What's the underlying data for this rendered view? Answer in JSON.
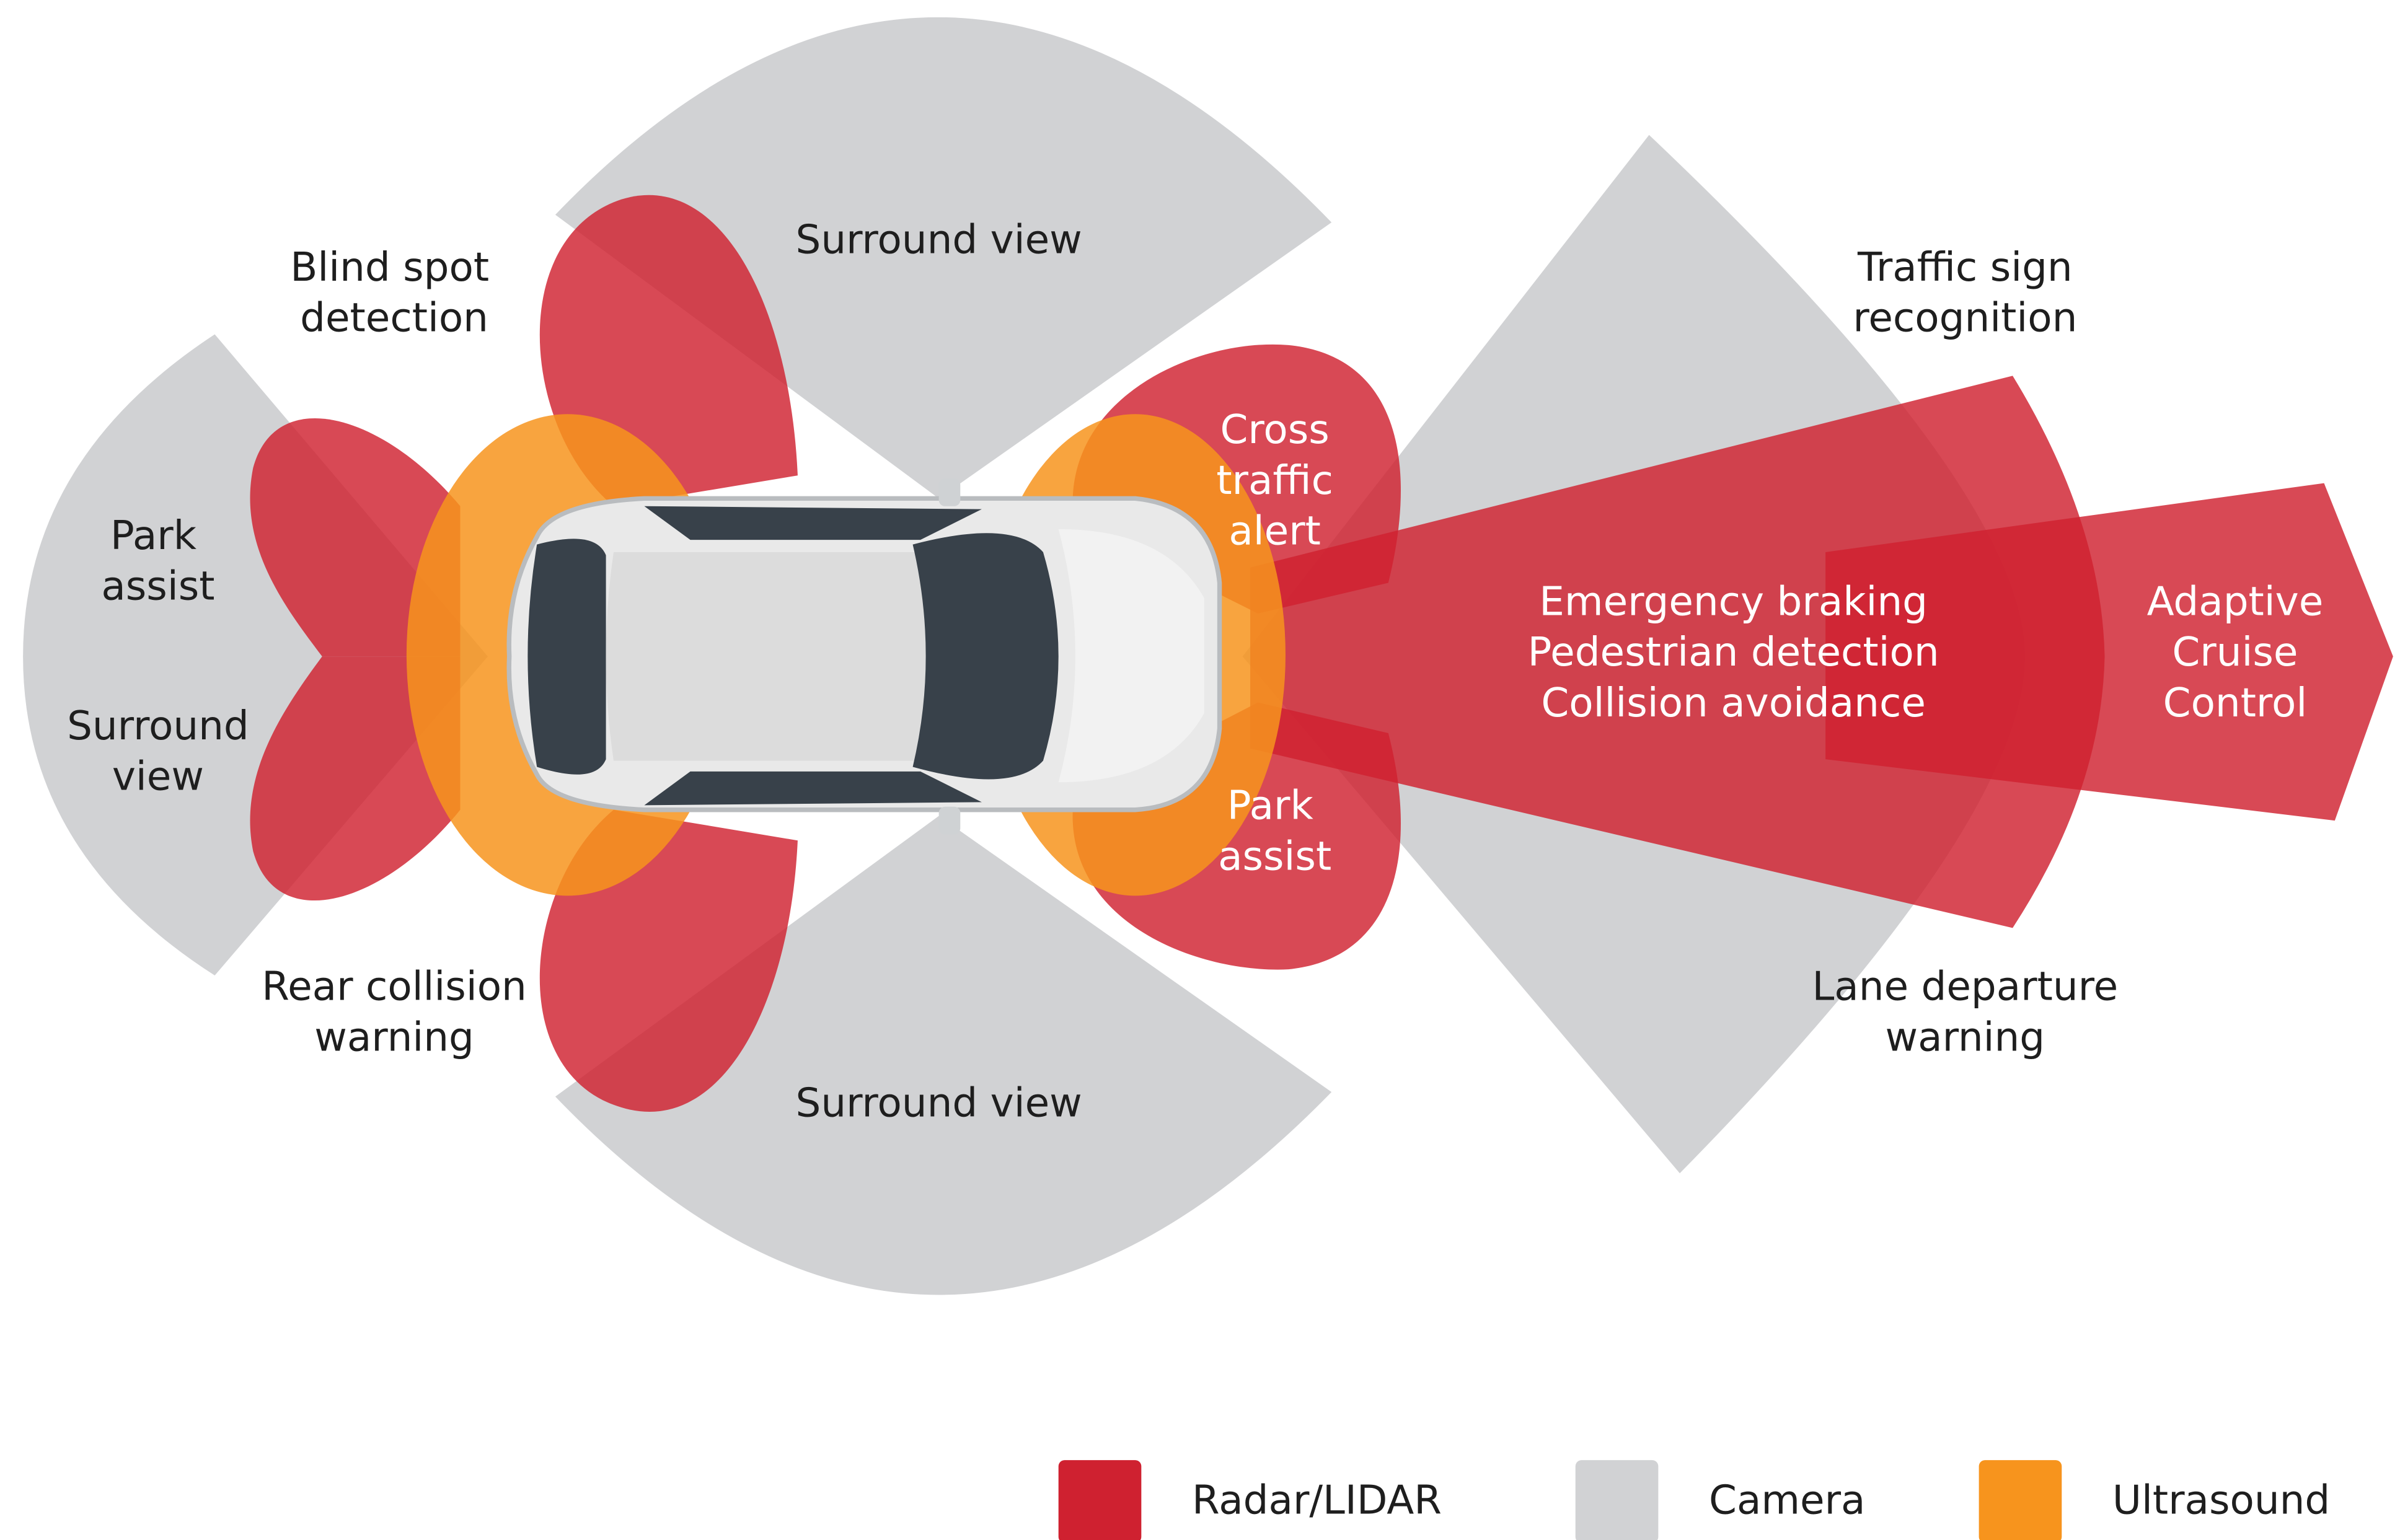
{
  "colors": {
    "radar": "#cf2130",
    "camera": "#d1d2d4",
    "ultrasound": "#f7941d",
    "text": "#1e1e1e"
  },
  "labels": {
    "surround_view_top": "Surround view",
    "surround_view_bottom": "Surround view",
    "blind_spot": [
      "Blind spot",
      "detection"
    ],
    "park_assist_rear": [
      "Park",
      "assist"
    ],
    "surround_view_rear": [
      "Surround",
      "view"
    ],
    "rear_collision": [
      "Rear collision",
      "warning"
    ],
    "cross_traffic": [
      "Cross",
      "traffic",
      "alert"
    ],
    "park_assist_front": [
      "Park",
      "assist"
    ],
    "traffic_sign": [
      "Traffic sign",
      "recognition"
    ],
    "lane_departure": [
      "Lane departure",
      "warning"
    ],
    "emergency": [
      "Emergency braking",
      "Pedestrian detection",
      "Collision avoidance"
    ],
    "acc": [
      "Adaptive",
      "Cruise",
      "Control"
    ]
  },
  "legend": [
    {
      "label": "Radar/LIDAR",
      "color": "#cf2130"
    },
    {
      "label": "Camera",
      "color": "#d1d2d4"
    },
    {
      "label": "Ultrasound",
      "color": "#f7941d"
    }
  ]
}
